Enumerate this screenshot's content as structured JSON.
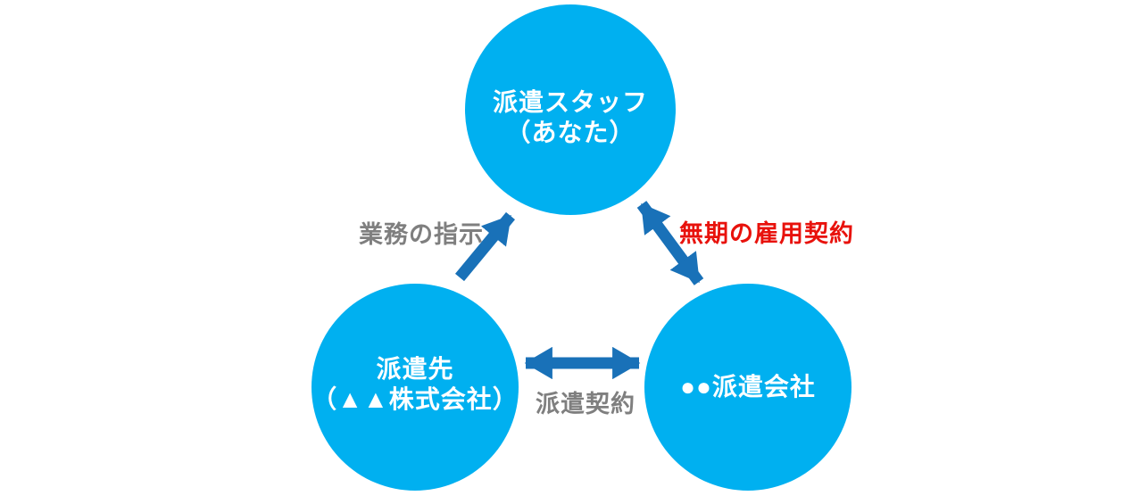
{
  "colors": {
    "circle_fill": "#00b0f0",
    "arrow": "#1971b8",
    "label_gray": "#7f7f7f",
    "label_red": "#e8120c",
    "circle_text": "#ffffff",
    "background": "#ffffff"
  },
  "nodes": {
    "staff": {
      "line1": "派遣スタッフ",
      "line2": "（あなた）"
    },
    "client": {
      "line1": "派遣先",
      "line2": "（▲▲株式会社）"
    },
    "agency": {
      "line1": "●●派遣会社"
    }
  },
  "edges": {
    "work_instruction": {
      "label": "業務の指示"
    },
    "employment_contract": {
      "label": "無期の雇用契約"
    },
    "dispatch_contract": {
      "label": "派遣契約"
    }
  }
}
